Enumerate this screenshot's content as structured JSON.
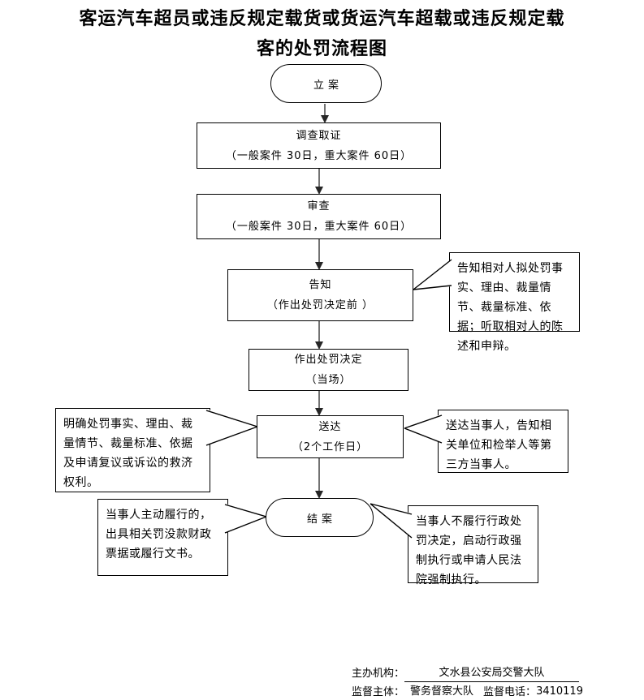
{
  "title": {
    "line1": "客运汽车超员或违反规定载货或货运汽车超载或违反规定载",
    "line2": "客的处罚流程图"
  },
  "nodes": {
    "start": {
      "label": "立案"
    },
    "investigate": {
      "line1": "调查取证",
      "line2": "（一般案件 30日，重大案件 60日）"
    },
    "review": {
      "line1": "审查",
      "line2": "（一般案件 30日，重大案件 60日）"
    },
    "notify": {
      "line1": "告知",
      "line2": "（作出处罚决定前 ）"
    },
    "decision": {
      "line1": "作出处罚决定",
      "line2": "（当场）"
    },
    "deliver": {
      "line1": "送达",
      "line2": "（2个工作日）"
    },
    "close": {
      "label": "结案"
    }
  },
  "callouts": {
    "notify_right": "告知相对人拟处罚事实、理由、裁量情节、裁量标准、依据；听取相对人的陈述和申辩。",
    "deliver_left": "明确处罚事实、理由、裁量情节、裁量标准、依据及申请复议或诉讼的救济权利。",
    "deliver_right": "送达当事人，告知相关单位和检举人等第三方当事人。",
    "close_left": "当事人主动履行的，出具相关罚没款财政票据或履行文书。",
    "close_right": "当事人不履行行政处罚决定，启动行政强制执行或申请人民法院强制执行。"
  },
  "footer": {
    "org_label": "主办机构：",
    "org_value": "文水县公安局交警大队",
    "supervisor_label": "监督主体：",
    "supervisor_value": "警务督察大队",
    "phone_label": "监督电话：",
    "phone_value": "3410119"
  },
  "colors": {
    "line": "#595959",
    "arrow_head": "#262626",
    "border": "#000000",
    "background": "#ffffff"
  }
}
